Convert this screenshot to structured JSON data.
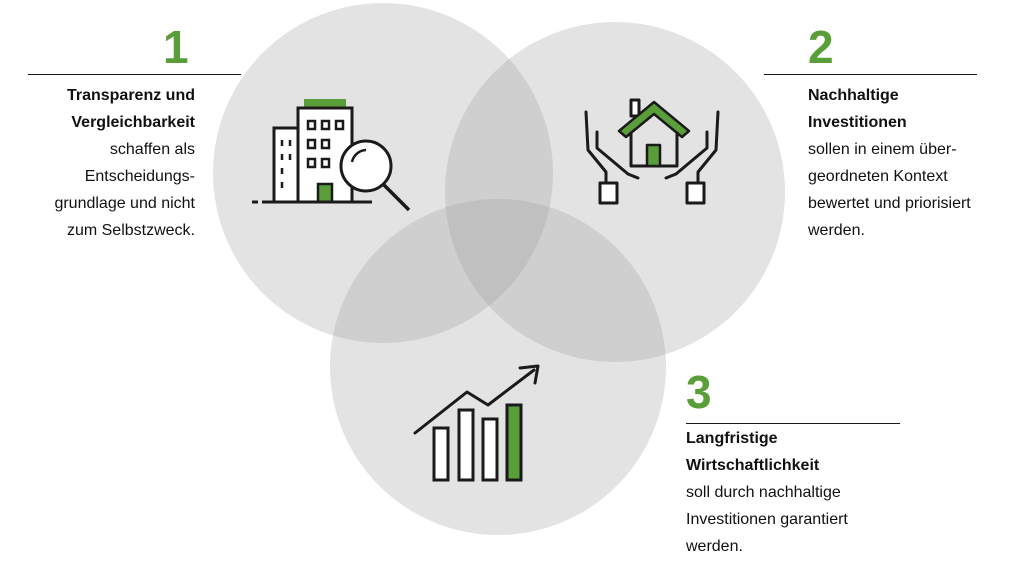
{
  "colors": {
    "accent": "#5a9e3a",
    "circle": "#9a9a9a",
    "ink": "#1a1a1a"
  },
  "items": [
    {
      "number": "1",
      "title_lines": [
        "Transparenz und",
        "Vergleichbarkeit"
      ],
      "body_lines": [
        "schaffen als",
        "Entscheidungs-",
        "grundlage und nicht",
        "zum Selbstzweck."
      ],
      "icon": "building-magnifier-icon"
    },
    {
      "number": "2",
      "title_lines": [
        "Nachhaltige",
        "Investitionen"
      ],
      "body_lines": [
        "sollen in einem über-",
        "geordneten Kontext",
        "bewertet und priorisiert",
        "werden."
      ],
      "icon": "house-in-hands-icon"
    },
    {
      "number": "3",
      "title_lines": [
        "Langfristige",
        "Wirtschaftlichkeit"
      ],
      "body_lines": [
        "soll durch nachhaltige",
        "Investitionen garantiert",
        "werden."
      ],
      "icon": "growth-bar-chart-icon"
    }
  ]
}
